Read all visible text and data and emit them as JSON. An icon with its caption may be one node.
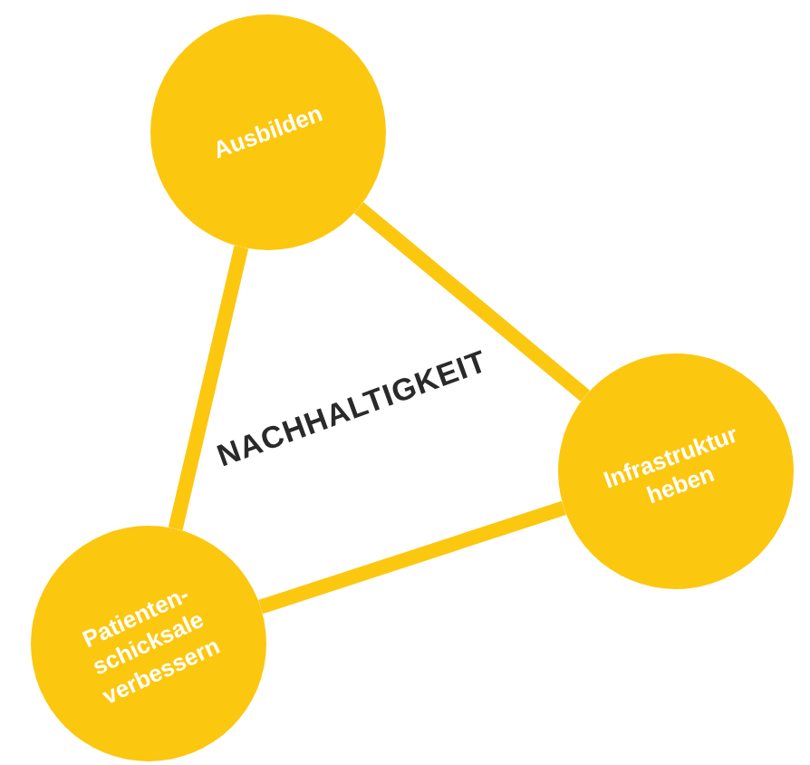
{
  "diagram": {
    "nodes": [
      {
        "text": [
          "Ausbilden"
        ]
      },
      {
        "text": [
          "Infrastruktur heben"
        ]
      },
      {
        "text": [
          "Patienten- schicksale verbessern"
        ]
      }
    ],
    "edges": [
      {
        "from": 0,
        "to": 1,
        "arrow": "none"
      },
      {
        "from": 1,
        "to": 2,
        "arrow": "none"
      },
      {
        "from": 2,
        "to": 0,
        "arrow": "none"
      }
    ],
    "labels": [
      "NACHHALTIGKEIT"
    ]
  }
}
